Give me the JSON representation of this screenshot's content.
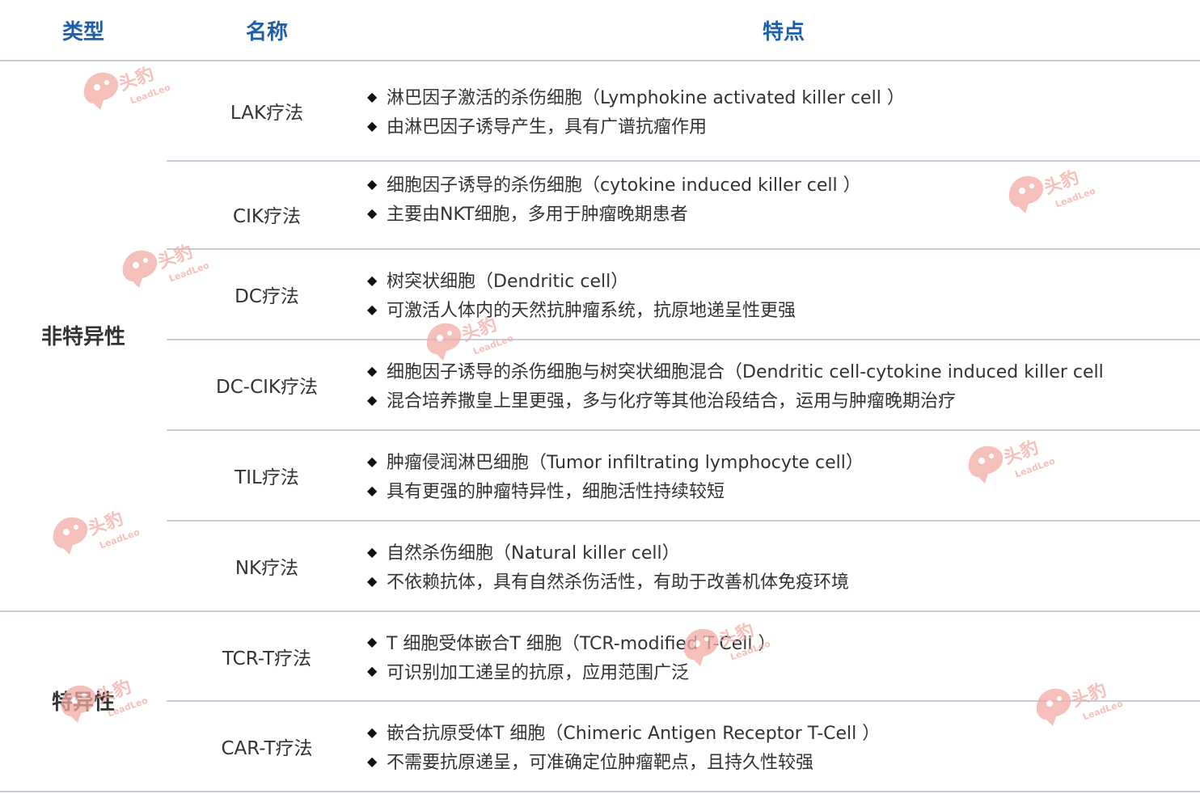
{
  "header": {
    "col_type": "类型",
    "col_name": "名称",
    "col_feature": "特点"
  },
  "categories": [
    {
      "label": "非特异性"
    },
    {
      "label": "特异性"
    }
  ],
  "bullet": "◆",
  "rows": [
    {
      "name": "LAK疗法",
      "features": [
        "淋巴因子激活的杀伤细胞（Lymphokine activated killer cell ）",
        "由淋巴因子诱导产生，具有广谱抗瘤作用"
      ]
    },
    {
      "name": "CIK疗法",
      "features": [
        "细胞因子诱导的杀伤细胞（cytokine induced killer cell ）",
        "主要由NKT细胞，多用于肿瘤晚期患者"
      ]
    },
    {
      "name": "DC疗法",
      "features": [
        "树突状细胞（Dendritic cell）",
        "可激活人体内的天然抗肿瘤系统，抗原地递呈性更强"
      ]
    },
    {
      "name": "DC-CIK疗法",
      "features": [
        "细胞因子诱导的杀伤细胞与树突状细胞混合（Dendritic cell-cytokine induced killer cell",
        "混合培养撒皇上里更强，多与化疗等其他治段结合，运用与肿瘤晚期治疗"
      ]
    },
    {
      "name": "TIL疗法",
      "features": [
        "肿瘤侵润淋巴细胞（Tumor infiltrating lymphocyte cell）",
        "具有更强的肿瘤特异性，细胞活性持续较短"
      ]
    },
    {
      "name": "NK疗法",
      "features": [
        "自然杀伤细胞（Natural killer cell）",
        "不依赖抗体，具有自然杀伤活性，有助于改善机体免疫环境"
      ]
    },
    {
      "name": "TCR-T疗法",
      "features": [
        "T 细胞受体嵌合T 细胞（TCR-modified T-Cell ）",
        "可识别加工递呈的抗原，应用范围广泛"
      ]
    },
    {
      "name": "CAR-T疗法",
      "features": [
        "嵌合抗原受体T 细胞（Chimeric Antigen Receptor T-Cell ）",
        "不需要抗原递呈，可准确定位肿瘤靶点，且持久性较强"
      ]
    }
  ],
  "watermark": {
    "text": "头豹",
    "subtext": "LeadLeo"
  },
  "colors": {
    "header_text": "#1f5fa8",
    "divider": "#c3cedd",
    "body_text": "#333333",
    "watermark": "#f2aaa4"
  }
}
